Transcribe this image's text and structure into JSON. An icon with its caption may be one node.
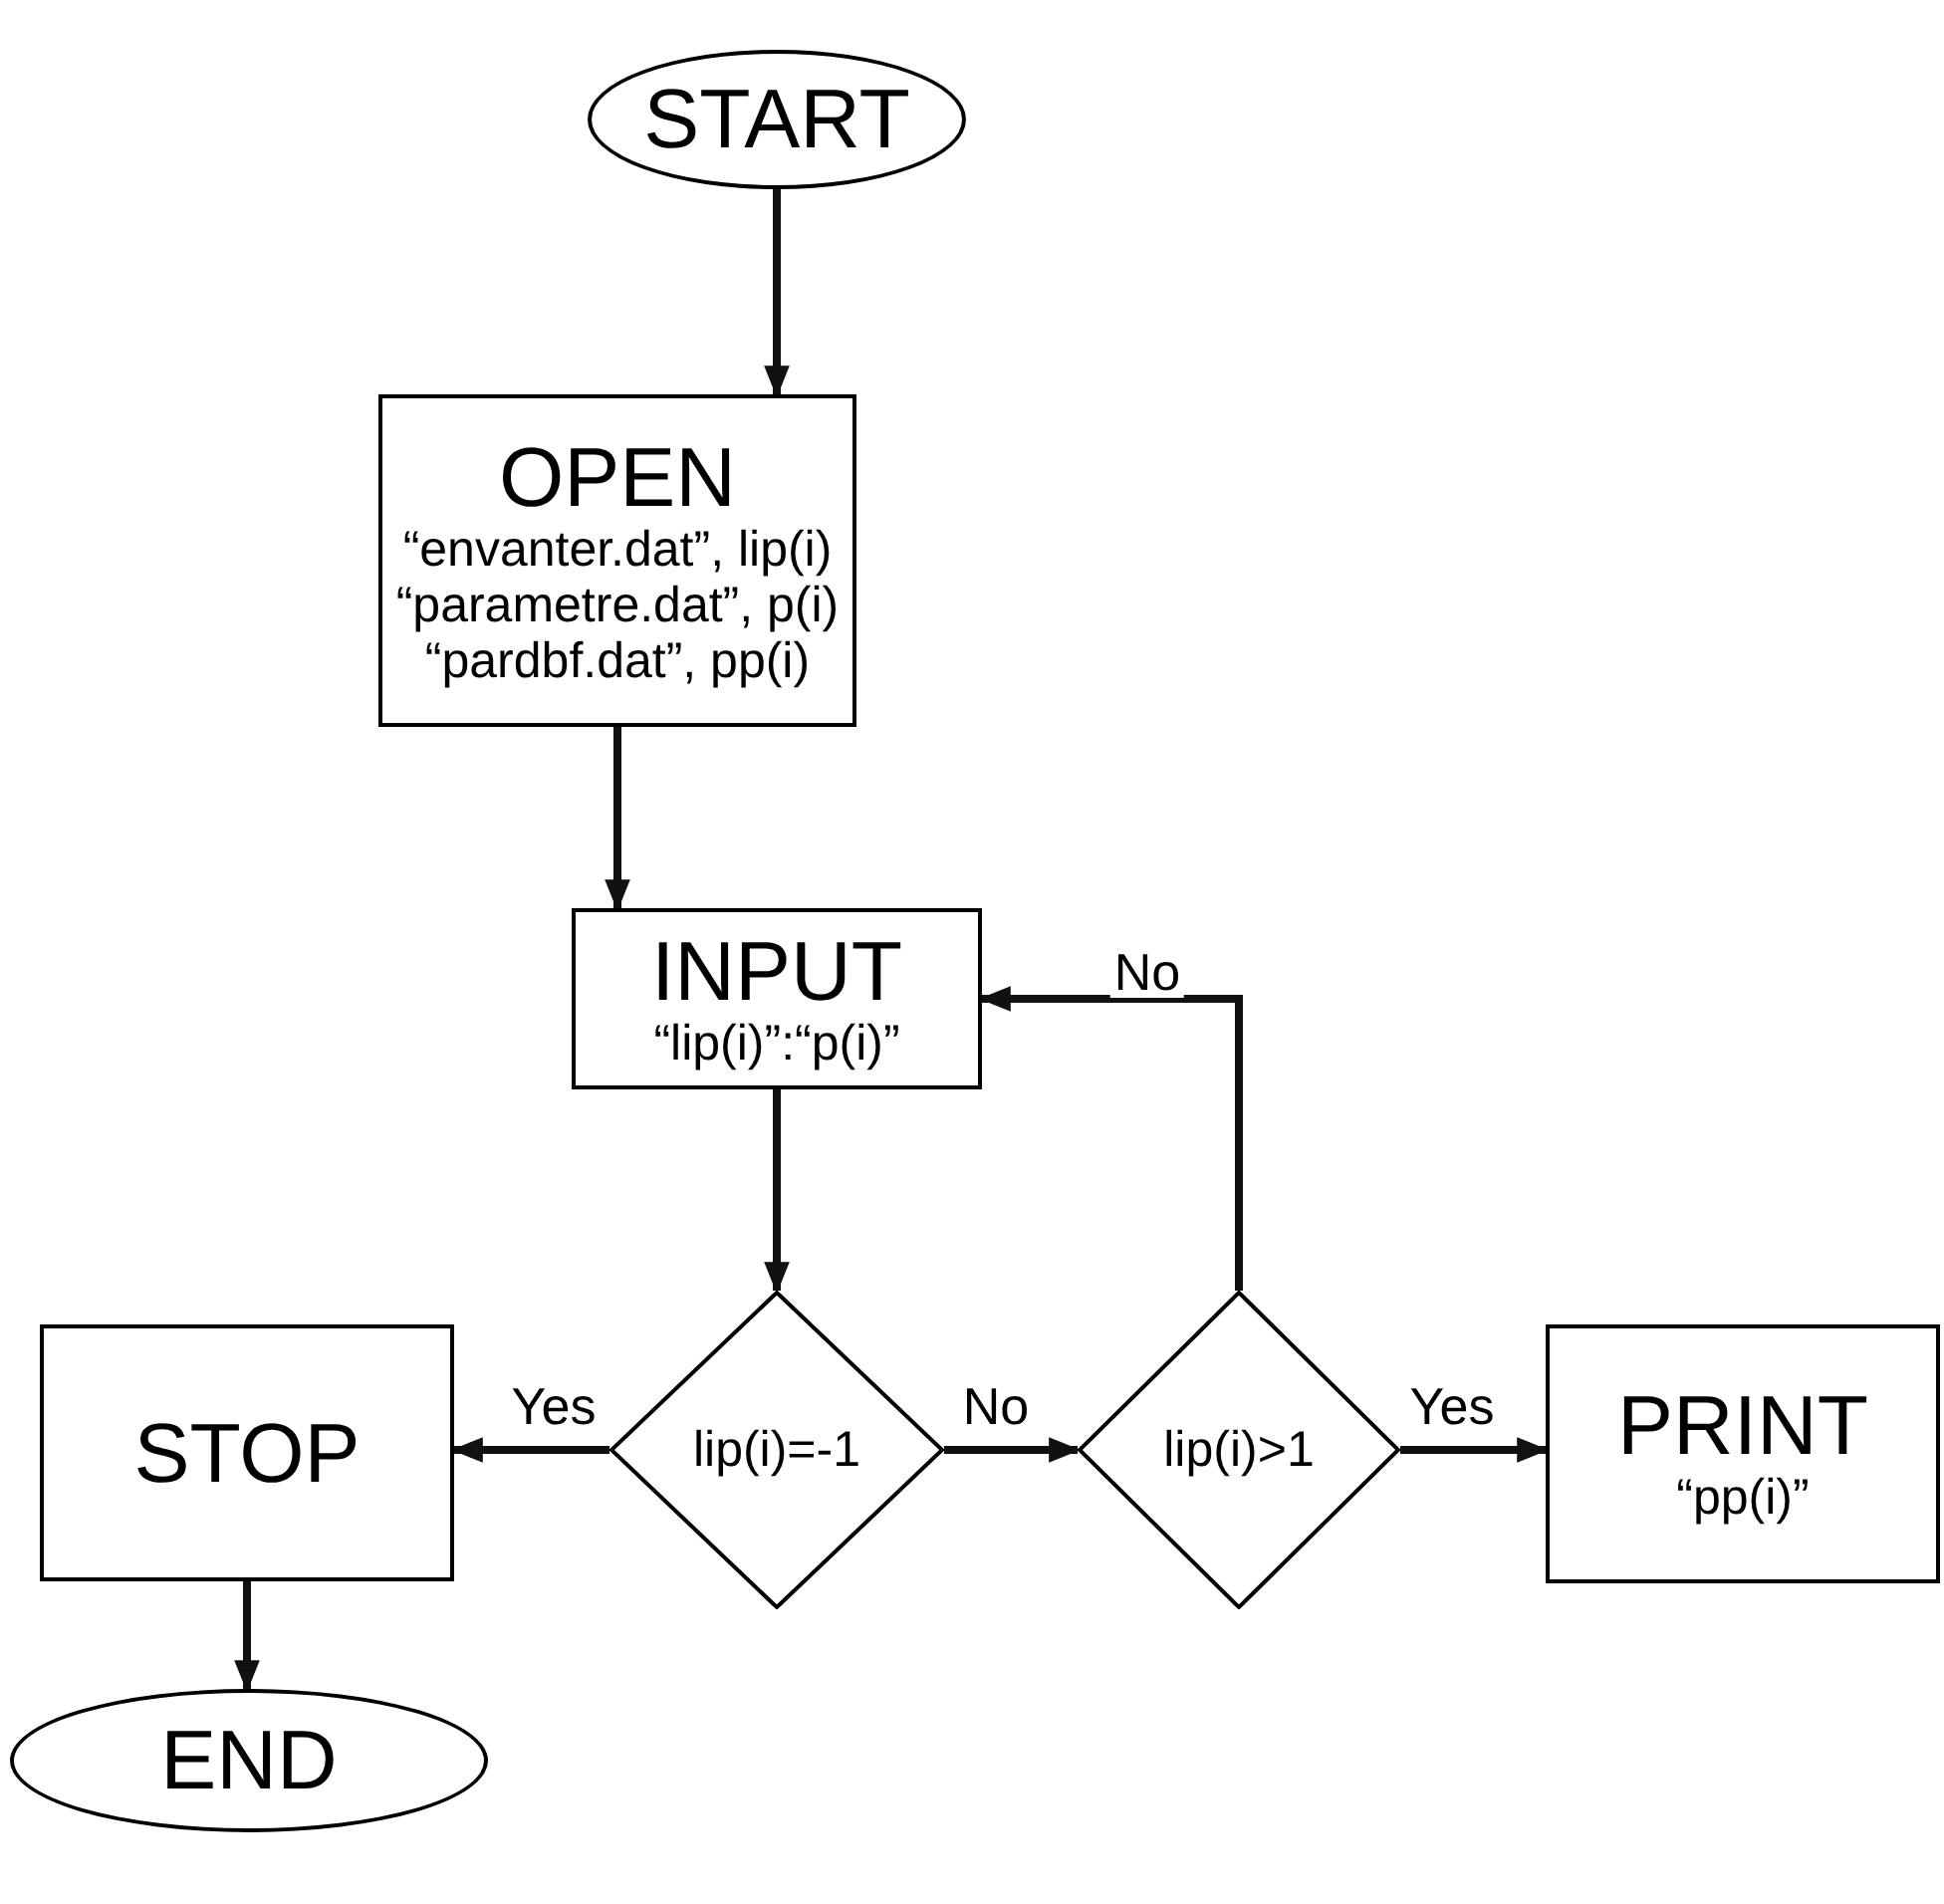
{
  "diagram": {
    "nodes": [
      {
        "text": [
          "START"
        ]
      },
      {
        "text": [
          "OPEN",
          "“envanter.dat”, lip(i)",
          "“parametre.dat”, p(i)",
          "“pardbf.dat”, pp(i)"
        ]
      },
      {
        "text": [
          "INPUT",
          "“lip(i)”:“p(i)”"
        ]
      },
      {
        "text": [
          "lip(i)=-1"
        ]
      },
      {
        "text": [
          "lip(i)>1"
        ]
      },
      {
        "text": [
          "STOP"
        ]
      },
      {
        "text": [
          "PRINT",
          "“pp(i)”"
        ]
      },
      {
        "text": [
          "END"
        ]
      }
    ],
    "edges": [
      {
        "from": 0,
        "to": 1,
        "arrow": "to"
      },
      {
        "from": 1,
        "to": 2,
        "arrow": "to"
      },
      {
        "from": 2,
        "to": 3,
        "arrow": "to"
      },
      {
        "from": 3,
        "to": 5,
        "arrow": "to",
        "label": "Yes"
      },
      {
        "from": 3,
        "to": 4,
        "arrow": "to",
        "label": "No"
      },
      {
        "from": 4,
        "to": 6,
        "arrow": "to",
        "label": "Yes"
      },
      {
        "from": 4,
        "to": 2,
        "arrow": "to",
        "label": "No"
      },
      {
        "from": 5,
        "to": 7,
        "arrow": "to"
      }
    ]
  }
}
